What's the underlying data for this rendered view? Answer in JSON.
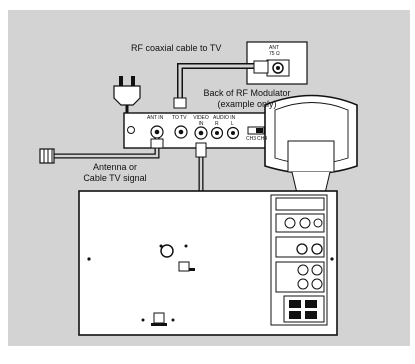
{
  "labels": {
    "rf_cable": "RF coaxial cable to TV",
    "modulator_line1": "Back of RF Modulator",
    "modulator_line2": "(example only)",
    "antenna_line1": "Antenna or",
    "antenna_line2": "Cable TV signal"
  },
  "modulator_jacks": {
    "ant_in": "ANT IN",
    "to_tv": "TO TV",
    "video_in": "VIDEO IN",
    "audio_in": "AUDIO IN",
    "r": "R",
    "l": "L",
    "ch3": "CH3",
    "ch4": "CH4"
  },
  "tv_jack": {
    "line1": "ANT",
    "line2": "75 Ω"
  },
  "colors": {
    "background": "#d3d3d3",
    "line": "#111111",
    "device_fill": "#ffffff"
  }
}
